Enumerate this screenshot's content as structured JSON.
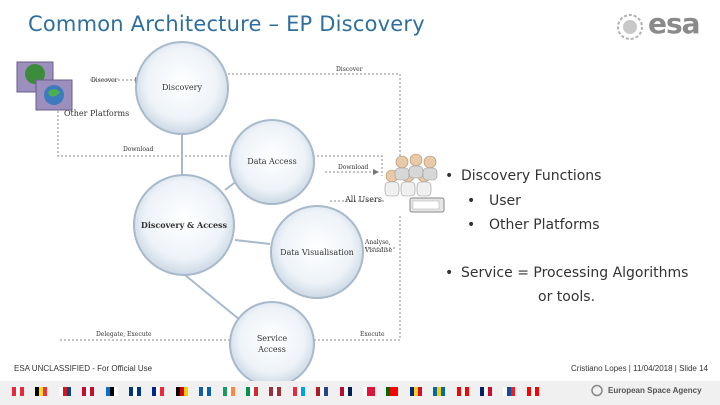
{
  "slide": {
    "title": "Common Architecture – EP Discovery",
    "logo_text": "esa"
  },
  "diagram": {
    "nodes": {
      "discovery": "Discovery",
      "data_access": "Data Access",
      "discovery_access": "Discovery & Access",
      "data_visualisation": "Data Visualisation",
      "service_access_1": "Service",
      "service_access_2": "Access"
    },
    "labels": {
      "other_platforms": "Other Platforms",
      "discover_left": "Discover",
      "discover_top": "Discover",
      "download_left": "Download",
      "download_right": "Download",
      "all_users": "All Users",
      "analyse_visualise_1": "Analyse,",
      "analyse_visualise_2": "Visualise",
      "delegate_execute": "Delegate, Execute",
      "execute": "Execute"
    }
  },
  "bullets": {
    "main1": "Discovery Functions",
    "sub1": "User",
    "sub2": "Other Platforms",
    "main2_line1": "Service = Processing Algorithms",
    "main2_line2": "or tools."
  },
  "footer": {
    "classification": "ESA UNCLASSIFIED - For Official Use",
    "info": "Cristiano Lopes | 11/04/2018 | Slide 14",
    "agency": "European Space Agency"
  },
  "colors": {
    "title": "#2f6fa0",
    "node_stroke": "#a7b9ca",
    "node_fill_center": "#ffffff",
    "node_fill_edge": "#d9e4ee"
  }
}
